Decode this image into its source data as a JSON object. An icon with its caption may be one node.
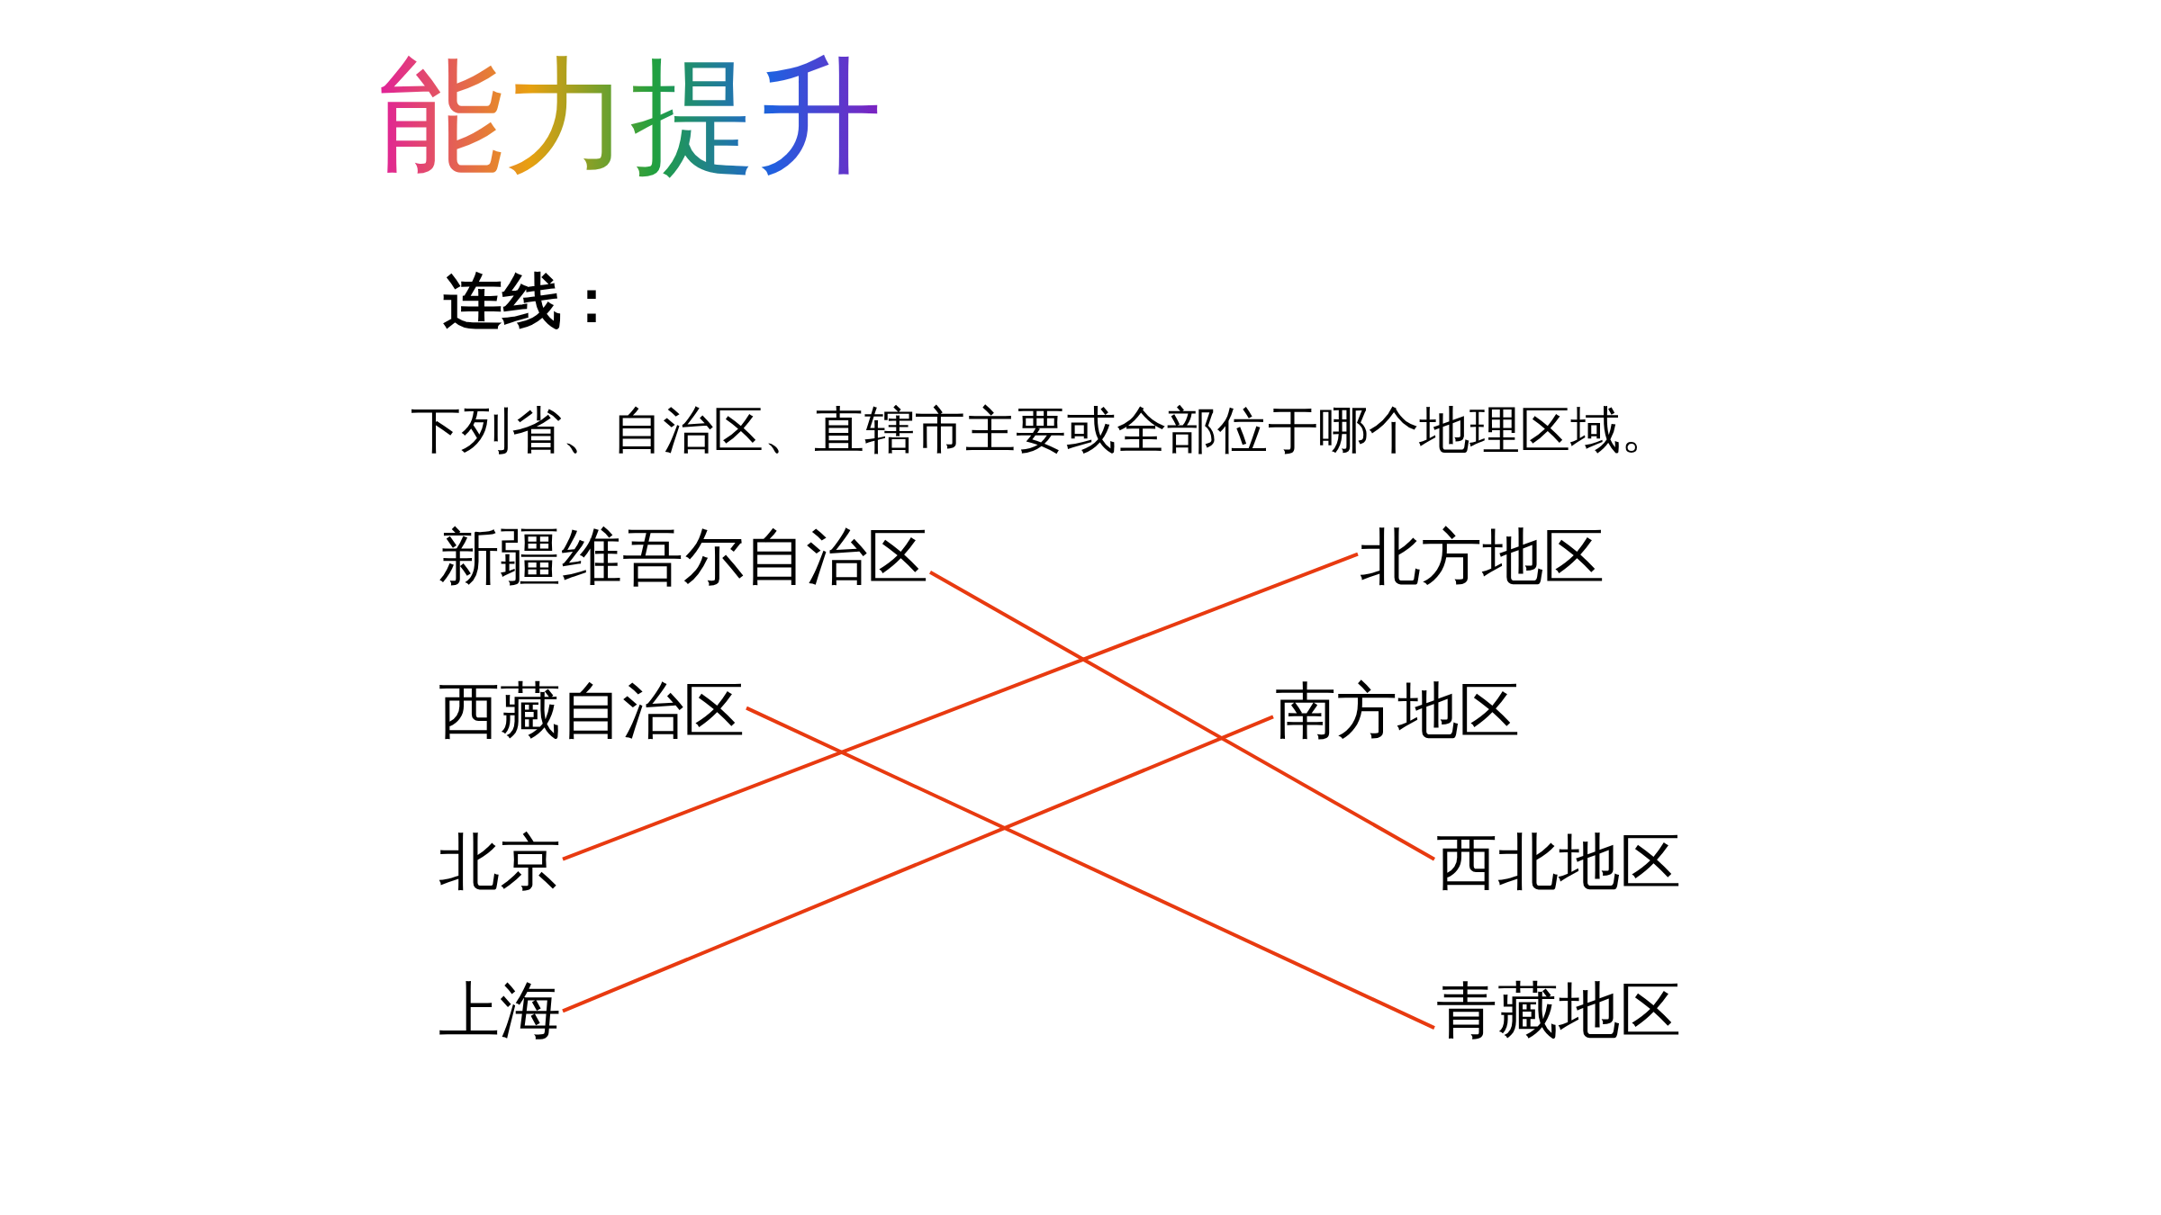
{
  "diagram": {
    "title": "能力提升",
    "nodes": [
      {
        "text": [
          "新疆维吾尔自治区"
        ]
      },
      {
        "text": [
          "北方地区"
        ]
      },
      {
        "text": [
          "西藏自治区"
        ]
      },
      {
        "text": [
          "南方地区"
        ]
      },
      {
        "text": [
          "北京"
        ]
      },
      {
        "text": [
          "西北地区"
        ]
      },
      {
        "text": [
          "上海"
        ]
      },
      {
        "text": [
          "青藏地区"
        ]
      }
    ],
    "edges": [
      {
        "from": 0,
        "to": 5,
        "arrow": "none"
      },
      {
        "from": 2,
        "to": 7,
        "arrow": "none"
      },
      {
        "from": 4,
        "to": 1,
        "arrow": "none"
      },
      {
        "from": 6,
        "to": 3,
        "arrow": "none"
      }
    ],
    "labels": [
      "连线：",
      "下列省、自治区、直辖市主要或全部位于哪个地理区域。"
    ]
  }
}
